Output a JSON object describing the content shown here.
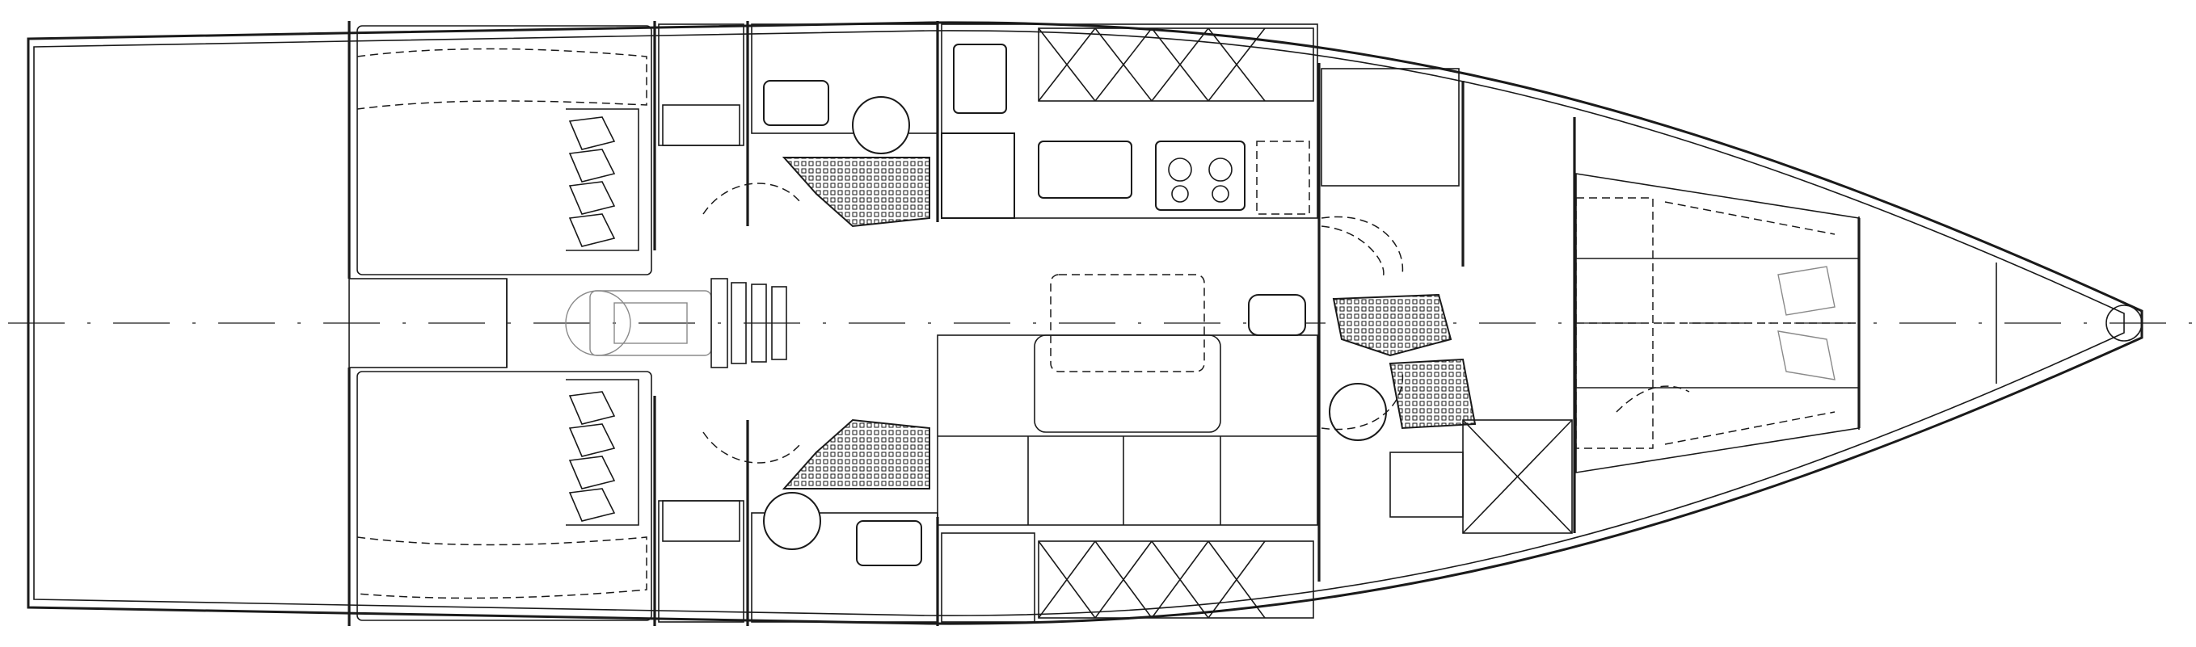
{
  "plan": {
    "description_text": "",
    "colors": {
      "line": "#1a1a1a",
      "background": "#ffffff",
      "secondary_line": "#8a8a8a"
    },
    "rooms": [
      {
        "id": "aft-cabin-port",
        "icon": "double-berth-icon"
      },
      {
        "id": "aft-cabin-starboard",
        "icon": "double-berth-icon"
      },
      {
        "id": "head-port",
        "icon": "toilet-icon"
      },
      {
        "id": "head-starboard",
        "icon": "toilet-icon"
      },
      {
        "id": "galley",
        "icon": "stove-icon"
      },
      {
        "id": "saloon",
        "icon": "sofa-icon"
      },
      {
        "id": "forward-head",
        "icon": "toilet-icon"
      },
      {
        "id": "forward-cabin",
        "icon": "v-berth-icon"
      },
      {
        "id": "engine-compartment",
        "icon": "engine-icon"
      }
    ]
  }
}
